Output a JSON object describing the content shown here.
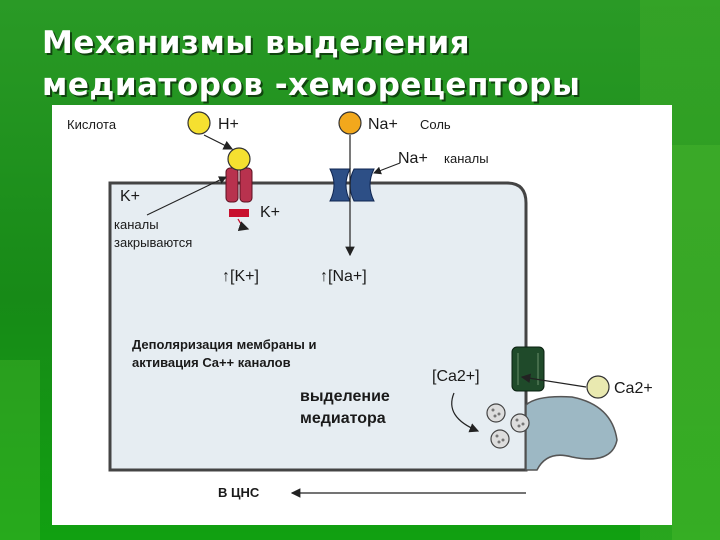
{
  "slide": {
    "title_line1": "Механизмы выделения",
    "title_line2": "медиаторов -хеморецепторы"
  },
  "diagram": {
    "acid_label": "Кислота",
    "h_ion": "H+",
    "na_ion_top": "Na+",
    "salt_label": "Соль",
    "na_channels_ion": "Na+",
    "na_channels_label": "каналы",
    "k_ion_left": "K+",
    "k_channels_line1": "каналы",
    "k_channels_line2": "закрываются",
    "k_ion_right": "K+",
    "k_conc": "↑[K+]",
    "na_conc": "↑[Na+]",
    "depol_line1": "Деполяризация мембраны и",
    "depol_line2": "активация   Ca++ каналов",
    "ca_conc": "[Ca2+]",
    "ca_ion": "Ca2+",
    "release_line1": "выделение",
    "release_line2": "медиатора",
    "cns_label": "В ЦНС",
    "colors": {
      "ion_yellow": "#f5e030",
      "ion_orange": "#f2a81c",
      "ion_pale": "#e9e9b0",
      "k_channel": "#b8324e",
      "na_channel": "#2d4f86",
      "ca_channel": "#1f4a2a",
      "cell_fill": "#e6edf2",
      "nerve_fill": "#9db8c4"
    }
  }
}
